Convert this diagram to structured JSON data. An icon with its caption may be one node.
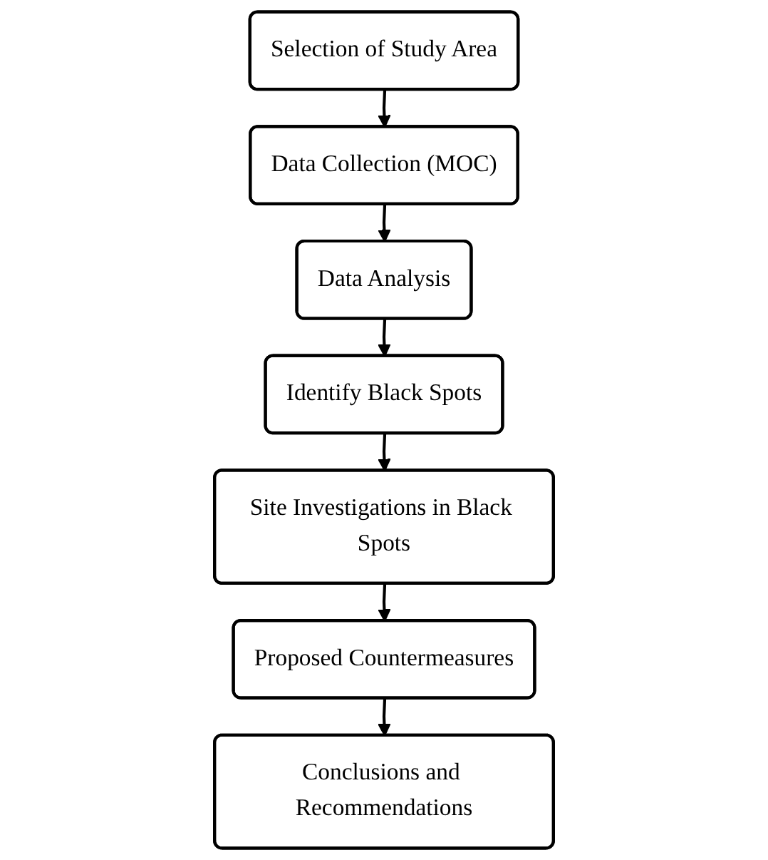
{
  "diagram": {
    "nodes": [
      {
        "text": [
          "Selection of Study Area"
        ]
      },
      {
        "text": [
          "Data Collection (MOC)"
        ]
      },
      {
        "text": [
          "Data Analysis"
        ]
      },
      {
        "text": [
          "Identify Black Spots"
        ]
      },
      {
        "text": [
          "Site Investigations in Black Spots"
        ]
      },
      {
        "text": [
          "Proposed Countermeasures"
        ]
      },
      {
        "text": [
          "Conclusions and Recommendations"
        ]
      }
    ],
    "edges": [
      {
        "from": 0,
        "to": 1,
        "arrow": "to"
      },
      {
        "from": 1,
        "to": 2,
        "arrow": "to"
      },
      {
        "from": 2,
        "to": 3,
        "arrow": "to"
      },
      {
        "from": 3,
        "to": 4,
        "arrow": "to"
      },
      {
        "from": 4,
        "to": 5,
        "arrow": "to"
      },
      {
        "from": 5,
        "to": 6,
        "arrow": "to"
      }
    ]
  }
}
